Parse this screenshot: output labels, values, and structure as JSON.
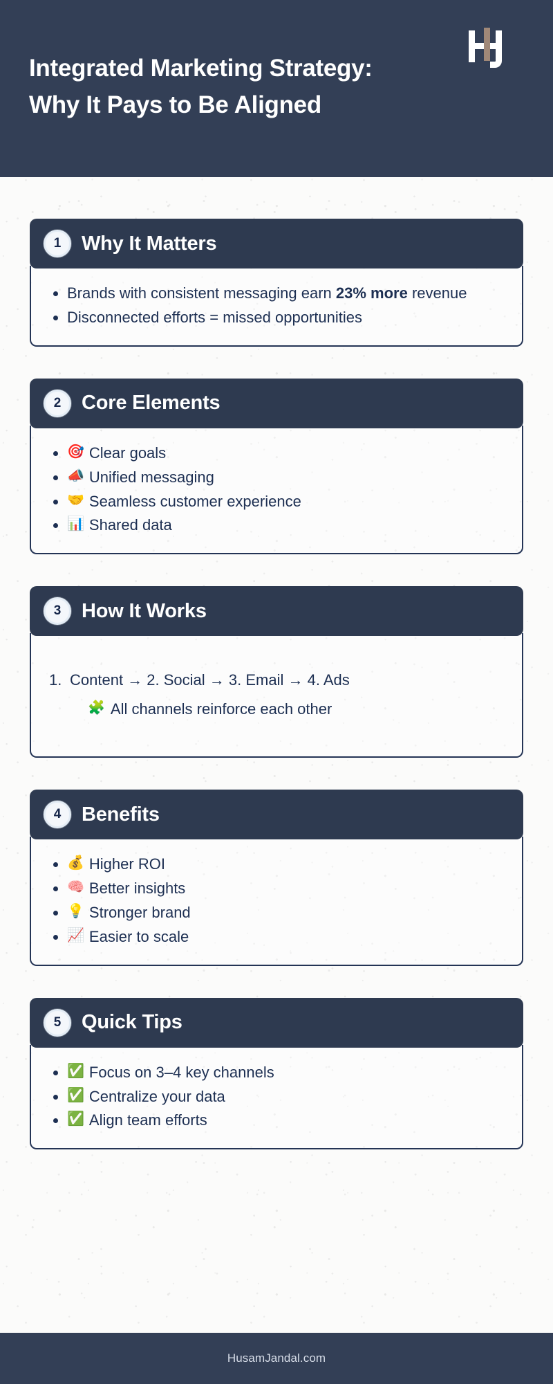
{
  "header": {
    "title_line1": "Integrated Marketing Strategy:",
    "title_line2": "Why It Pays to Be Aligned",
    "logo_name": "hj-monogram-logo",
    "bg_color": "#333f56",
    "title_color": "#ffffff",
    "logo_stroke_color": "#ffffff",
    "logo_accent_color": "#a08878"
  },
  "theme": {
    "page_bg": "#fbfbfa",
    "section_header_bg": "#2e3a50",
    "card_border": "#243455",
    "body_text": "#1d2f52",
    "badge_bg": "#f4f7fb",
    "badge_text": "#16264a"
  },
  "sections": [
    {
      "number": "1",
      "title": "Why It Matters",
      "type": "bullets",
      "items": [
        {
          "emoji": "",
          "text_before": "Brands with consistent messaging earn ",
          "bold": "23% more",
          "text_after": " revenue"
        },
        {
          "emoji": "",
          "text_before": "Disconnected efforts = missed opportunities",
          "bold": "",
          "text_after": ""
        }
      ]
    },
    {
      "number": "2",
      "title": "Core Elements",
      "type": "bullets",
      "items": [
        {
          "emoji": "🎯",
          "emoji_name": "dart-icon",
          "text_before": "Clear goals",
          "bold": "",
          "text_after": ""
        },
        {
          "emoji": "📣",
          "emoji_name": "megaphone-icon",
          "text_before": "Unified messaging",
          "bold": "",
          "text_after": ""
        },
        {
          "emoji": "🤝",
          "emoji_name": "handshake-icon",
          "text_before": "Seamless customer experience",
          "bold": "",
          "text_after": ""
        },
        {
          "emoji": "📊",
          "emoji_name": "bar-chart-icon",
          "text_before": "Shared data",
          "bold": "",
          "text_after": ""
        }
      ]
    },
    {
      "number": "3",
      "title": "How It Works",
      "type": "flow",
      "flow_marker": "1.",
      "flow_text": "Content → 2. Social → 3. Email → 4. Ads",
      "sub_emoji": "🧩",
      "sub_emoji_name": "puzzle-piece-icon",
      "sub_text": "All channels reinforce each other"
    },
    {
      "number": "4",
      "title": "Benefits",
      "type": "bullets",
      "items": [
        {
          "emoji": "💰",
          "emoji_name": "money-bag-icon",
          "text_before": "Higher ROI",
          "bold": "",
          "text_after": ""
        },
        {
          "emoji": "🧠",
          "emoji_name": "brain-icon",
          "text_before": "Better insights",
          "bold": "",
          "text_after": ""
        },
        {
          "emoji": "💡",
          "emoji_name": "light-bulb-icon",
          "text_before": "Stronger brand",
          "bold": "",
          "text_after": ""
        },
        {
          "emoji": "📈",
          "emoji_name": "chart-increasing-icon",
          "text_before": "Easier to scale",
          "bold": "",
          "text_after": ""
        }
      ]
    },
    {
      "number": "5",
      "title": "Quick Tips",
      "type": "bullets",
      "items": [
        {
          "emoji": "✅",
          "emoji_name": "check-mark-icon",
          "text_before": "Focus on 3–4 key channels",
          "bold": "",
          "text_after": ""
        },
        {
          "emoji": "✅",
          "emoji_name": "check-mark-icon",
          "text_before": "Centralize your data",
          "bold": "",
          "text_after": ""
        },
        {
          "emoji": "✅",
          "emoji_name": "check-mark-icon",
          "text_before": "Align team efforts",
          "bold": "",
          "text_after": ""
        }
      ]
    }
  ],
  "footer": {
    "text": "HusamJandal.com",
    "bg_color": "#333f56",
    "text_color": "#d7dde8"
  }
}
